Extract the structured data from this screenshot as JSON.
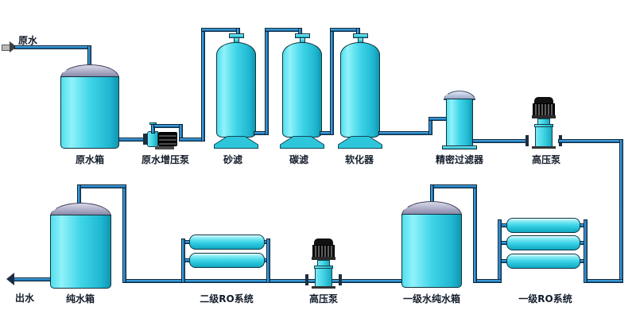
{
  "diagram": {
    "labels": {
      "raw_water": "原水",
      "raw_water_tank": "原水箱",
      "raw_water_booster_pump": "原水增压泵",
      "sand_filter": "砂滤",
      "carbon_filter": "碳滤",
      "softener": "软化器",
      "precision_filter": "精密过滤器",
      "high_pressure_pump_top": "高压泵",
      "outlet_water": "出水",
      "pure_water_tank": "纯水箱",
      "ro_system_stage2": "二级RO系统",
      "high_pressure_pump_bottom": "高压泵",
      "stage1_pure_water_tank": "一级水纯水箱",
      "ro_system_stage1": "一级RO系统"
    },
    "colors": {
      "pipe_blue": "#2a87c8",
      "tank_cyan": "#40d5e8",
      "dome_gray": "#b6b6cf",
      "outline_navy": "#0d2336",
      "label_color": "#131d2b",
      "background": "#ffffff"
    }
  }
}
